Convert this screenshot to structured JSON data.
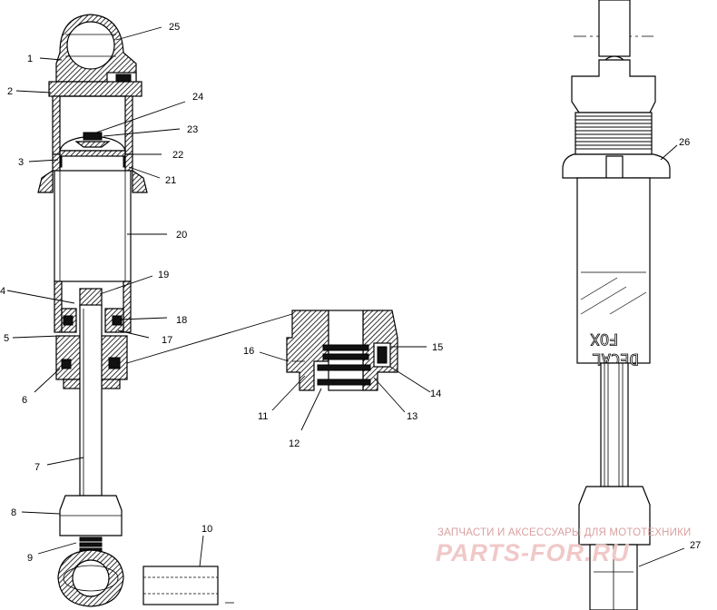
{
  "callouts": [
    {
      "id": "c1",
      "label": "1"
    },
    {
      "id": "c2",
      "label": "2"
    },
    {
      "id": "c3",
      "label": "3"
    },
    {
      "id": "c4",
      "label": "4"
    },
    {
      "id": "c5",
      "label": "5"
    },
    {
      "id": "c6",
      "label": "6"
    },
    {
      "id": "c7",
      "label": "7"
    },
    {
      "id": "c8",
      "label": "8"
    },
    {
      "id": "c9",
      "label": "9"
    },
    {
      "id": "c10",
      "label": "10"
    },
    {
      "id": "c11",
      "label": "11"
    },
    {
      "id": "c12",
      "label": "12"
    },
    {
      "id": "c13",
      "label": "13"
    },
    {
      "id": "c14",
      "label": "14"
    },
    {
      "id": "c15",
      "label": "15"
    },
    {
      "id": "c16",
      "label": "16"
    },
    {
      "id": "c17",
      "label": "17"
    },
    {
      "id": "c18",
      "label": "18"
    },
    {
      "id": "c19",
      "label": "19"
    },
    {
      "id": "c20",
      "label": "20"
    },
    {
      "id": "c21",
      "label": "21"
    },
    {
      "id": "c22",
      "label": "22"
    },
    {
      "id": "c23",
      "label": "23"
    },
    {
      "id": "c24",
      "label": "24"
    },
    {
      "id": "c25",
      "label": "25"
    },
    {
      "id": "c26",
      "label": "26"
    },
    {
      "id": "c27",
      "label": "27"
    }
  ],
  "decal": {
    "line1": "DECAL",
    "line2": "FOX"
  },
  "watermark": {
    "caption": "ЗАПЧАСТИ И АКСЕССУАРЫ ДЛЯ МОТОТЕХНИКИ",
    "brand": "PARTS-FOR.RU"
  },
  "colors": {
    "line": "#000000",
    "background": "#ffffff",
    "watermark": "#e8b0b0"
  }
}
